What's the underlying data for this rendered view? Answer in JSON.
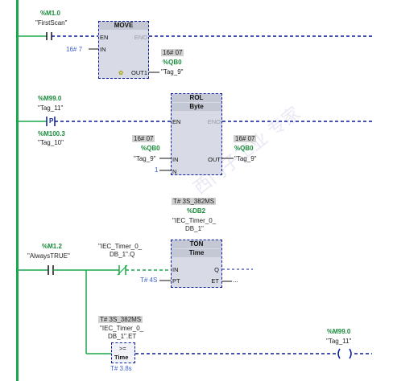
{
  "rung1": {
    "contact_addr": "%M1.0",
    "contact_name": "\"FirstScan\"",
    "move_title": "MOVE",
    "move_en": "EN",
    "move_eno": "ENO",
    "move_in": "IN",
    "move_in_val": "16# 7",
    "move_out1": "OUT1",
    "out_val": "16# 07",
    "out_addr": "%QB0",
    "out_name": "\"Tag_9\""
  },
  "rung2": {
    "contact_addr": "%M99.0",
    "contact_name": "\"Tag_11\"",
    "contact_type": "P",
    "edge_addr": "%M100.3",
    "edge_name": "\"Tag_10\"",
    "rol_title": "ROL",
    "rol_type": "Byte",
    "rol_en": "EN",
    "rol_eno": "ENO",
    "in_val": "16# 07",
    "in_addr": "%QB0",
    "in_name": "\"Tag_9\"",
    "rol_in": "IN",
    "rol_out": "OUT",
    "n_val": "1",
    "rol_n": "N",
    "out_val": "16# 07",
    "out_addr": "%QB0",
    "out_name": "\"Tag_9\""
  },
  "rung3": {
    "contact_addr": "%M1.2",
    "contact_name": "\"AlwaysTRUE\"",
    "timer_val": "T# 3S_382MS",
    "timer_db_addr": "%DB2",
    "timer_db_name1": "\"IEC_Timer_0_",
    "timer_db_name2": "DB_1\"",
    "nc_name1": "\"IEC_Timer_0_",
    "nc_name2": "DB_1\".Q",
    "ton_title": "TON",
    "ton_type": "Time",
    "ton_in": "IN",
    "ton_q": "Q",
    "ton_pt": "PT",
    "ton_et": "ET",
    "pt_val": "T# 4S",
    "et_dots": "...",
    "cmp_val": "T# 3S_382MS",
    "cmp_name1": "\"IEC_Timer_0_",
    "cmp_name2": "DB_1\".ET",
    "cmp_op": ">=",
    "cmp_type": "Time",
    "cmp_ref": "T# 3.8s",
    "coil_addr": "%M99.0",
    "coil_name": "\"Tag_11\""
  }
}
